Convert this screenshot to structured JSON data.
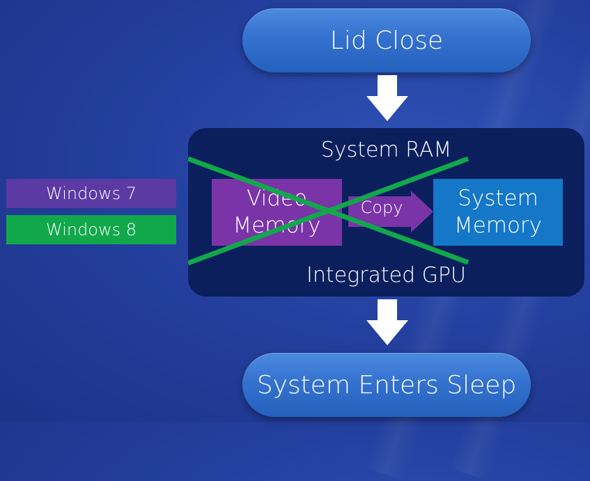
{
  "flow": {
    "start": "Lid Close",
    "end": "System Enters Sleep"
  },
  "ram_box": {
    "title": "System RAM",
    "footer": "Integrated GPU",
    "video_memory": "Video Memory",
    "copy": "Copy",
    "system_memory": "System Memory"
  },
  "legend": {
    "windows7": "Windows 7",
    "windows8": "Windows 8"
  },
  "colors": {
    "background": "#24409f",
    "pill": "#3472cf",
    "ram_box": "#0b1f5d",
    "windows7": "#5b3aa3",
    "windows8": "#11a84b",
    "video_memory": "#7a34a8",
    "system_memory": "#1577c8",
    "cross": "#11a84b"
  },
  "icons": {
    "flow_arrow": "down-arrow-icon",
    "copy_arrow": "right-arrow-icon",
    "cross": "x-cross-icon"
  }
}
